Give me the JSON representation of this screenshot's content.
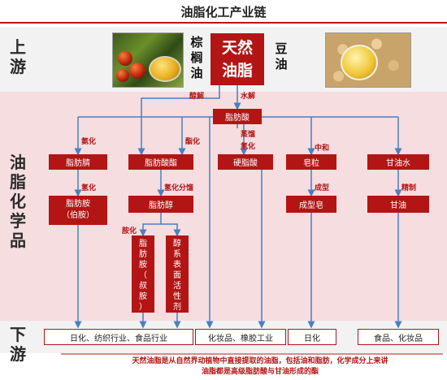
{
  "title": "油脂化工产业链",
  "sections": {
    "up": "上游",
    "mid": "油脂化学品",
    "down": "下游"
  },
  "sources": {
    "palm": "棕榈油",
    "soy": "豆油"
  },
  "main_box": {
    "line1": "天然",
    "line2": "油脂"
  },
  "ops": {
    "alcoholysis": "醇解",
    "hydrolysis": "水解",
    "ammoniation": "氨化",
    "esterification": "酯化",
    "distillation": "蒸馏",
    "hydrogenation": "氢化",
    "neutralization": "中和",
    "refining": "精制",
    "hydrogenation2": "氢化",
    "hydro_distill": "氢化分馏",
    "forming": "成型",
    "amination": "胺化"
  },
  "nodes": {
    "fatty_acid": "脂肪酸",
    "nitrile": "脂肪腈",
    "ester": "脂肪酸酯",
    "hard_acid": "硬脂酸",
    "soap_pellet": "皂粒",
    "glycerin_water": "甘油水",
    "amine_line1": "脂肪胺",
    "amine_line2": "（伯胺）",
    "alcohol": "脂肪醇",
    "formed_soap": "成型皂",
    "glycerin": "甘油",
    "tert_amine": "脂肪胺（叔胺）",
    "surfactant": "醇系表面活性剂"
  },
  "downstream": {
    "d1": "日化、纺织行业、食品行业",
    "d2": "化妆品、橡胶工业",
    "d3": "日化",
    "d4": "食品、化妆品"
  },
  "footnote": {
    "line1": "天然油脂是从自然界动植物中直接提取的油脂，包括油和脂肪，化学成分上来讲",
    "line2": "油脂都是高级脂肪酸与甘油形成的酯"
  }
}
